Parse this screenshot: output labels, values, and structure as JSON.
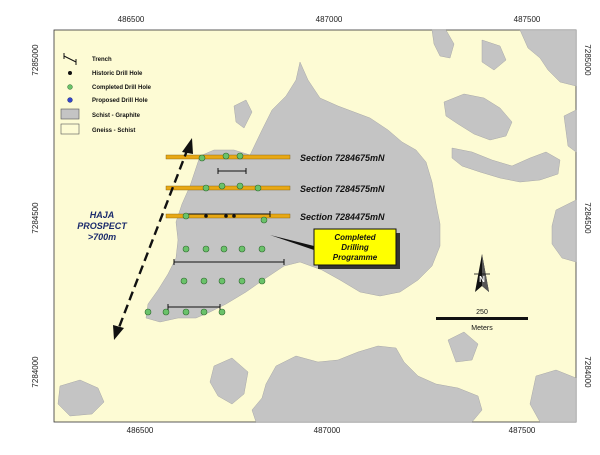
{
  "map": {
    "colors": {
      "background": "#fdfbd4",
      "schist_graphite": "#c4c4c4",
      "section_line": "#e8a814",
      "completed_hole": "#6ac26a",
      "proposed_hole": "#3344cc",
      "callout_fill": "#ffff00"
    },
    "top_eastings": [
      "486500",
      "487000",
      "487500"
    ],
    "bottom_eastings": [
      "486500",
      "487000",
      "487500"
    ],
    "left_northings": [
      "7285000",
      "7284500",
      "7284000"
    ],
    "right_northings": [
      "7285000",
      "7284500",
      "7284000"
    ]
  },
  "legend": {
    "items": [
      {
        "label": "Trench",
        "icon": "trench-symbol"
      },
      {
        "label": "Historic Drill Hole",
        "icon": "black-dot"
      },
      {
        "label": "Completed Drill Hole",
        "icon": "green-dot"
      },
      {
        "label": "Proposed Drill Hole",
        "icon": "blue-dot"
      },
      {
        "label": "Schist - Graphite",
        "icon": "grey-box"
      },
      {
        "label": "Gneiss - Schist",
        "icon": "cream-box"
      }
    ]
  },
  "sections": [
    {
      "label": "Section 7284675mN"
    },
    {
      "label": "Section 7284575mN"
    },
    {
      "label": "Section 7284475mN"
    }
  ],
  "prospect": {
    "line1": "HAJA",
    "line2": "PROSPECT",
    "line3": ">700m"
  },
  "callout": {
    "line1": "Completed",
    "line2": "Drilling",
    "line3": "Programme"
  },
  "scale": {
    "value": "250",
    "unit": "Meters"
  },
  "north_arrow": {
    "label": "N"
  }
}
